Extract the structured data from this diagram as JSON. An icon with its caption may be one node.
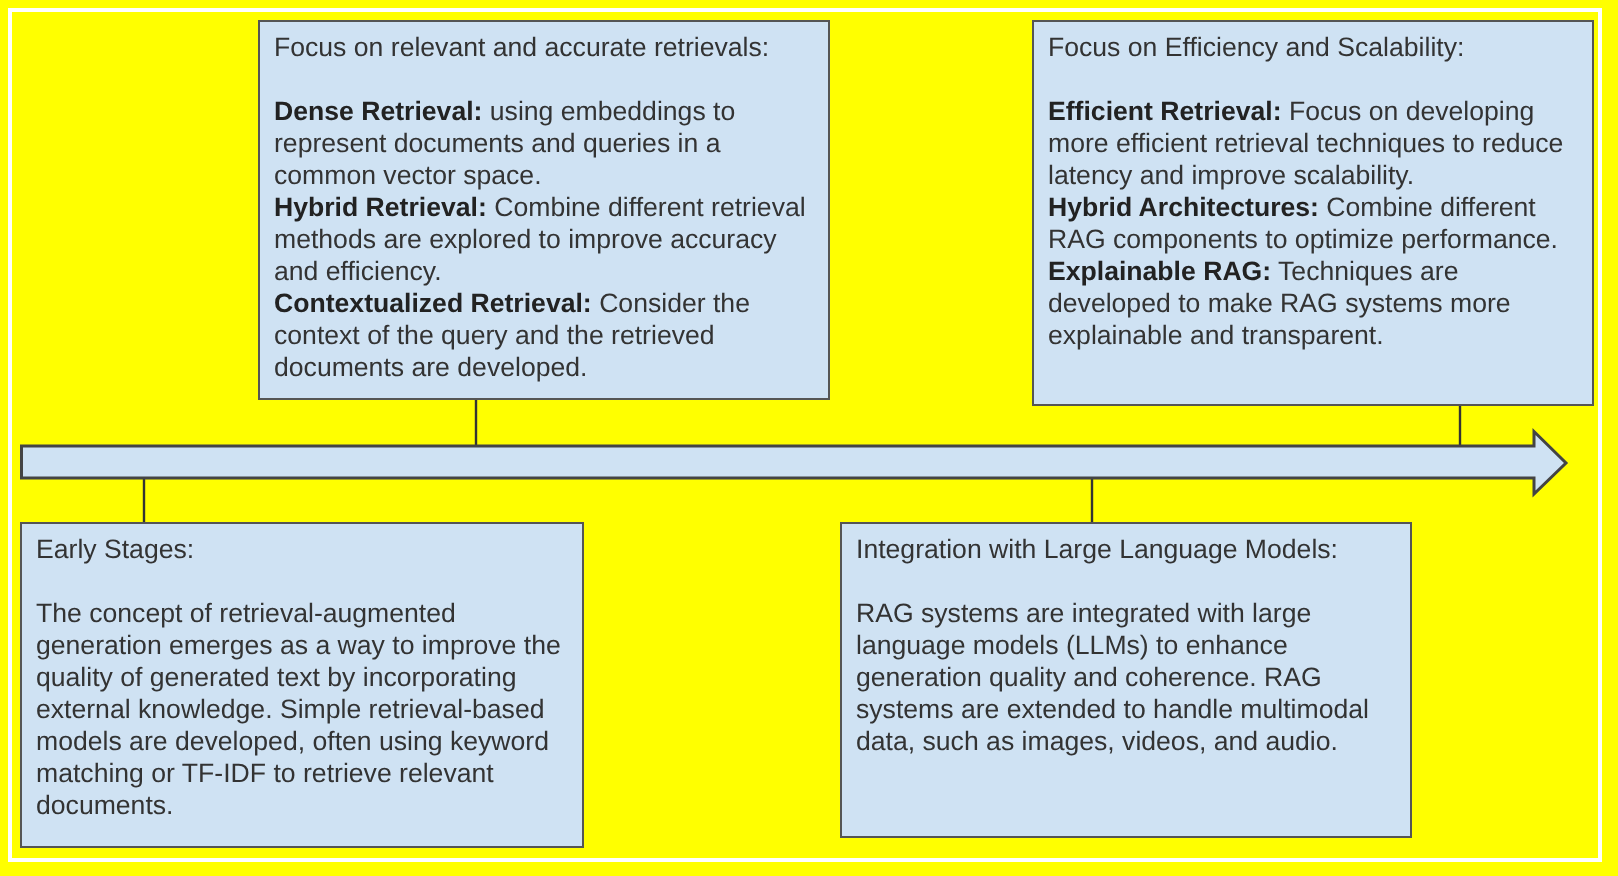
{
  "diagram": {
    "nodes": [
      {
        "text": [
          "Early Stages:",
          "The concept of retrieval-augmented generation emerges as a way to improve the quality of generated text by incorporating external knowledge. Simple retrieval-based models are developed, often using keyword matching or TF-IDF to retrieve relevant documents."
        ]
      },
      {
        "text": [
          "Focus on relevant and accurate retrievals:",
          "**Dense Retrieval:** using embeddings to represent documents and queries in a common vector space.",
          "**Hybrid Retrieval:** Combine different retrieval methods are explored to improve accuracy and efficiency.",
          "**Contextualized Retrieval:** Consider the context of the query and the retrieved documents are developed."
        ]
      },
      {
        "text": [
          "Integration with Large Language Models:",
          "RAG systems are integrated with large language models (LLMs) to enhance generation quality and coherence. RAG systems are extended to handle multimodal data, such as images, videos, and audio."
        ]
      },
      {
        "text": [
          "Focus on Efficiency and Scalability:",
          "**Efficient Retrieval:** Focus on developing more efficient retrieval techniques to reduce latency and improve scalability.",
          "**Hybrid Architectures:** Combine different RAG components to optimize performance.",
          "**Explainable RAG:** Techniques are developed to make RAG systems more explainable and transparent."
        ]
      },
      {
        "text": [],
        "shape": "arrow"
      }
    ],
    "edges": [
      {
        "from": 0,
        "to": 4,
        "arrow": "none"
      },
      {
        "from": 1,
        "to": 4,
        "arrow": "none"
      },
      {
        "from": 2,
        "to": 4,
        "arrow": "none"
      },
      {
        "from": 3,
        "to": 4,
        "arrow": "none"
      }
    ]
  }
}
